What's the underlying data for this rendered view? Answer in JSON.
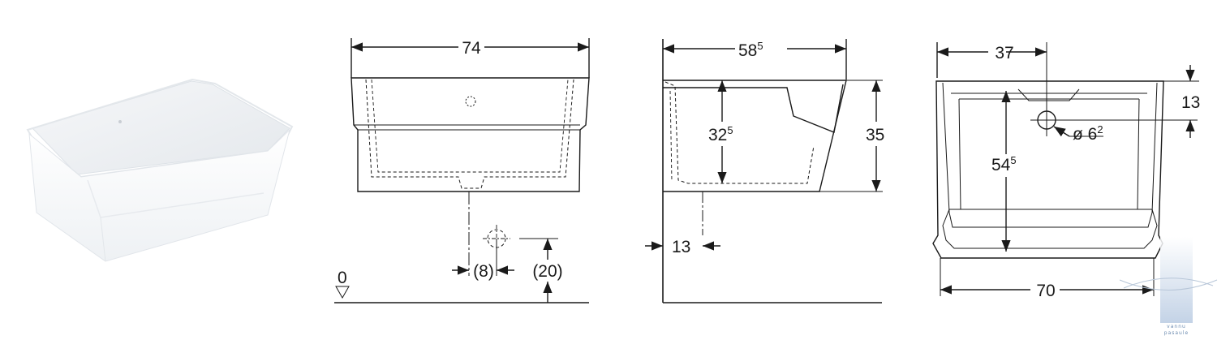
{
  "front_view": {
    "width": "74",
    "floor_level": "0",
    "drain_offset": "(8)",
    "drain_height": "(20)"
  },
  "side_view": {
    "depth_main": "58",
    "depth_sup": "5",
    "inner_height_main": "32",
    "inner_height_sup": "5",
    "total_height": "35",
    "wall_offset": "13"
  },
  "top_view": {
    "hole_offset": "37",
    "hole_to_edge": "13",
    "hole_dia_prefix": "ø 6",
    "hole_dia_sup": "2",
    "inner_length_main": "54",
    "inner_length_sup": "5",
    "outer_width": "70"
  },
  "watermark": {
    "text_line1": "vannu",
    "text_line2": "pasaule"
  },
  "colors": {
    "line": "#1a1a1a",
    "watermark": "#c8d6e8",
    "basin_shadow": "#d8dde3"
  }
}
